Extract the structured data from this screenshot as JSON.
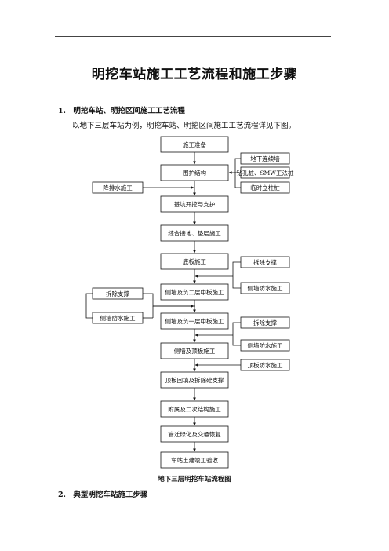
{
  "document": {
    "title": "明挖车站施工工艺流程和施工步骤",
    "section1": "1.　明挖车站、明挖区间施工工艺流程",
    "paragraph": "以地下三层车站为例，明挖车站、明挖区间施工工艺流程详见下图。",
    "caption": "地下三层明挖车站流程图",
    "section2": "2.　典型明挖车站施工步骤"
  },
  "flowchart": {
    "main": [
      "施工准备",
      "围护结构",
      "基坑开挖与支护",
      "综合接地、垫层施工",
      "底板施工",
      "侧墙及负二层中板施工",
      "侧墙及负一层中板施工",
      "侧墙及顶板施工",
      "顶板回填及拆除砼支撑",
      "附属及二次结构施工",
      "管迁绿化及交通恢复",
      "车站土建竣工验收"
    ],
    "right_top": [
      "地下连续墙",
      "钻孔桩、SMW工法桩",
      "临时立柱桩"
    ],
    "left_top": "降排水施工",
    "right_a": [
      "拆除支撑",
      "侧墙防水施工"
    ],
    "left_mid": [
      "拆除支撑",
      "侧墙防水施工"
    ],
    "right_b": [
      "拆除支撑",
      "侧墙防水施工",
      "顶板防水施工"
    ]
  }
}
